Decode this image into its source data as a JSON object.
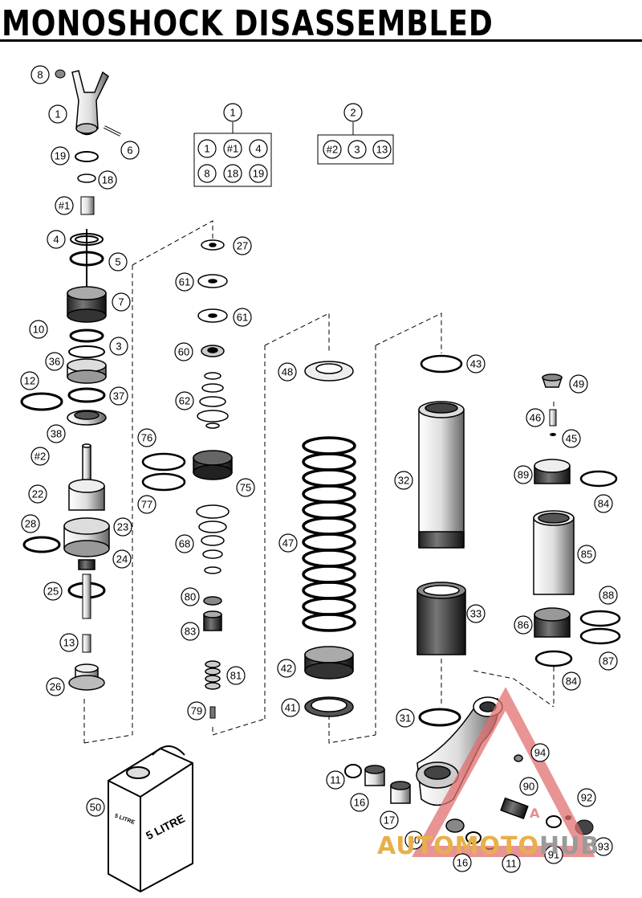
{
  "title": "MONOSHOCK DISASSEMBLED",
  "kit_boxes": [
    {
      "number": "1",
      "items": [
        "1",
        "#1",
        "4",
        "8",
        "18",
        "19"
      ]
    },
    {
      "number": "2",
      "items": [
        "#2",
        "3",
        "13"
      ]
    }
  ],
  "callouts": [
    "8",
    "1",
    "6",
    "19",
    "18",
    "#1",
    "4",
    "5",
    "7",
    "10",
    "3",
    "36",
    "12",
    "37",
    "38",
    "#2",
    "22",
    "28",
    "23",
    "24",
    "25",
    "13",
    "26",
    "27",
    "61",
    "61",
    "60",
    "62",
    "76",
    "75",
    "77",
    "68",
    "80",
    "83",
    "81",
    "79",
    "48",
    "47",
    "42",
    "41",
    "43",
    "32",
    "33",
    "31",
    "49",
    "46",
    "45",
    "89",
    "84",
    "85",
    "86",
    "88",
    "87",
    "84",
    "50",
    "11",
    "16",
    "17",
    "30",
    "16",
    "11",
    "94",
    "90",
    "92",
    "91",
    "93"
  ],
  "canister_label": "5 LITRE",
  "watermark": {
    "prefix": "AUTO",
    "middle": "MOTO",
    "suffix": "HUB",
    "color": "#e8b04a",
    "triangle_color": "#e07070"
  }
}
